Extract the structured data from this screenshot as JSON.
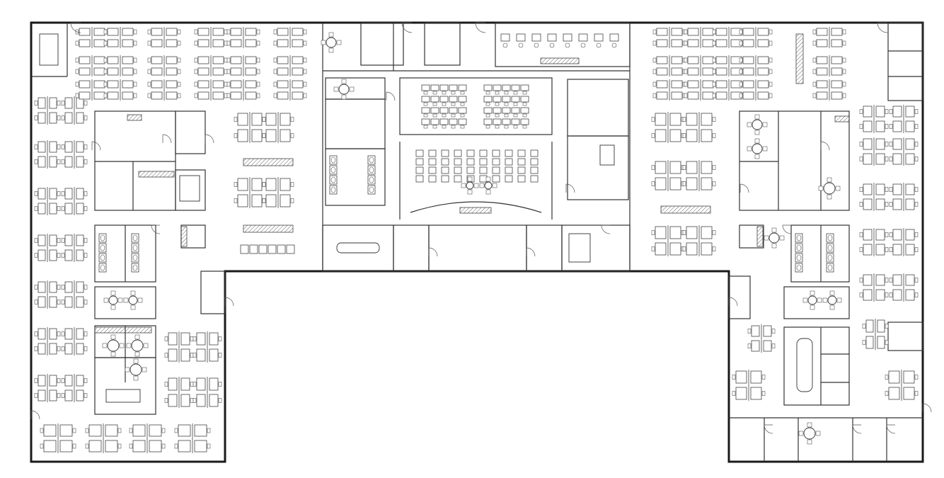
{
  "diagram": {
    "kind": "office-floor-plan",
    "colors": {
      "wall": "#1a1a1a",
      "line": "#444444",
      "background": "#ffffff"
    },
    "zones": [
      {
        "id": "west-wing",
        "label": ""
      },
      {
        "id": "north-center",
        "label": ""
      },
      {
        "id": "east-wing",
        "label": ""
      },
      {
        "id": "courtyard",
        "label": ""
      }
    ],
    "icons": [
      "door-swing-icon",
      "chair-icon",
      "desk-icon",
      "conference-table-icon",
      "restroom-fixture-icon"
    ]
  }
}
